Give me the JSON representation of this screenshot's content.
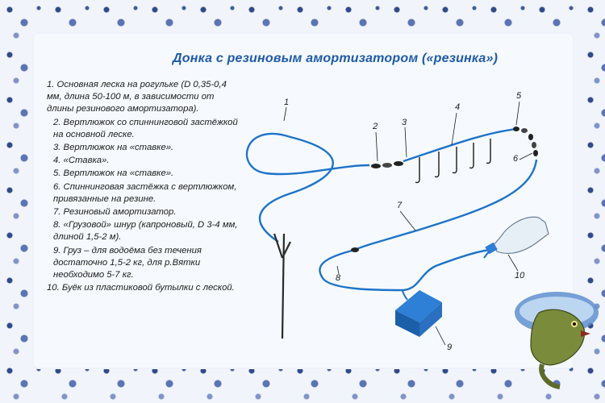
{
  "title": "Донка с резиновым амортизатором («резинка»)",
  "legend": [
    "1. Основная леска на рогульке (D 0,35-0,4 мм, длина 50-100 м, в зависимости от длины резинового амортизатора).",
    "2. Вертлюжок со спиннинговой застёжкой на основной леске.",
    "3. Вертлюжок на «ставке».",
    "4. «Ставка».",
    "5. Вертлюжок на «ставке».",
    "6. Спиннинговая застёжка с вертлюжком, привязанные на резине.",
    "7. Резиновый амортизатор.",
    "8. «Грузовой» шнур (капроновый, D 3-4 мм, длиной 1,5-2 м).",
    "9. Груз – для водоёма без течения достаточно 1,5-2 кг, для р.Вятки необходимо 5-7 кг.",
    "10. Буёк из пластиковой бутылки с леской."
  ],
  "callouts": [
    "1",
    "2",
    "3",
    "4",
    "5",
    "6",
    "7",
    "8",
    "9",
    "10"
  ],
  "colors": {
    "line": "#1e73c9",
    "title": "#1f5aa8",
    "wallpaper": "#2f4b8a"
  }
}
